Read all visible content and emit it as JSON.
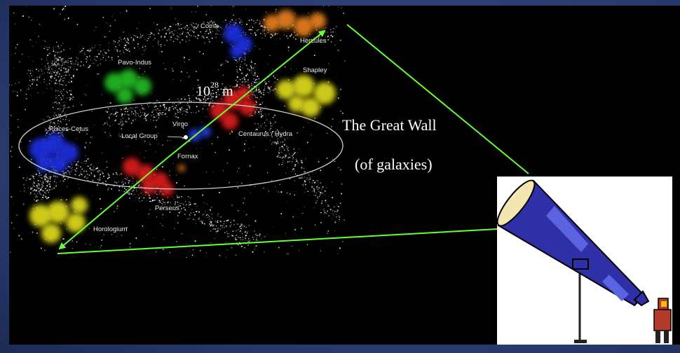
{
  "map": {
    "regions": [
      {
        "name": "Coma",
        "color": "#1f2fd9"
      },
      {
        "name": "Hercules",
        "color": "#e07a1f"
      },
      {
        "name": "Pavo-Indus",
        "color": "#22b522"
      },
      {
        "name": "Shapley",
        "color": "#d8d41e"
      },
      {
        "name": "Pisces-Cetus",
        "color": "#1b2fd6"
      },
      {
        "name": "Virgo",
        "color": "#2a3bd6"
      },
      {
        "name": "Local Group",
        "color": "#ffffff"
      },
      {
        "name": "Centaurus / Hydra",
        "color": "#d61a1a"
      },
      {
        "name": "Fornax",
        "color": "#e07a1f"
      },
      {
        "name": "Perseus",
        "color": "#d61a1a"
      },
      {
        "name": "Horologium",
        "color": "#d8d41e"
      }
    ]
  },
  "scale": {
    "base": "10",
    "exponent": "28",
    "unit": "m"
  },
  "text": {
    "title": "The Great Wall",
    "subtitle": "(of galaxies)"
  },
  "colors": {
    "arrow": "#66ff33",
    "background_blue": "#2e4178",
    "telescope": "#2f2fa8"
  },
  "icons": {
    "telescope": "telescope-clipart",
    "observer": "person-clipart"
  }
}
